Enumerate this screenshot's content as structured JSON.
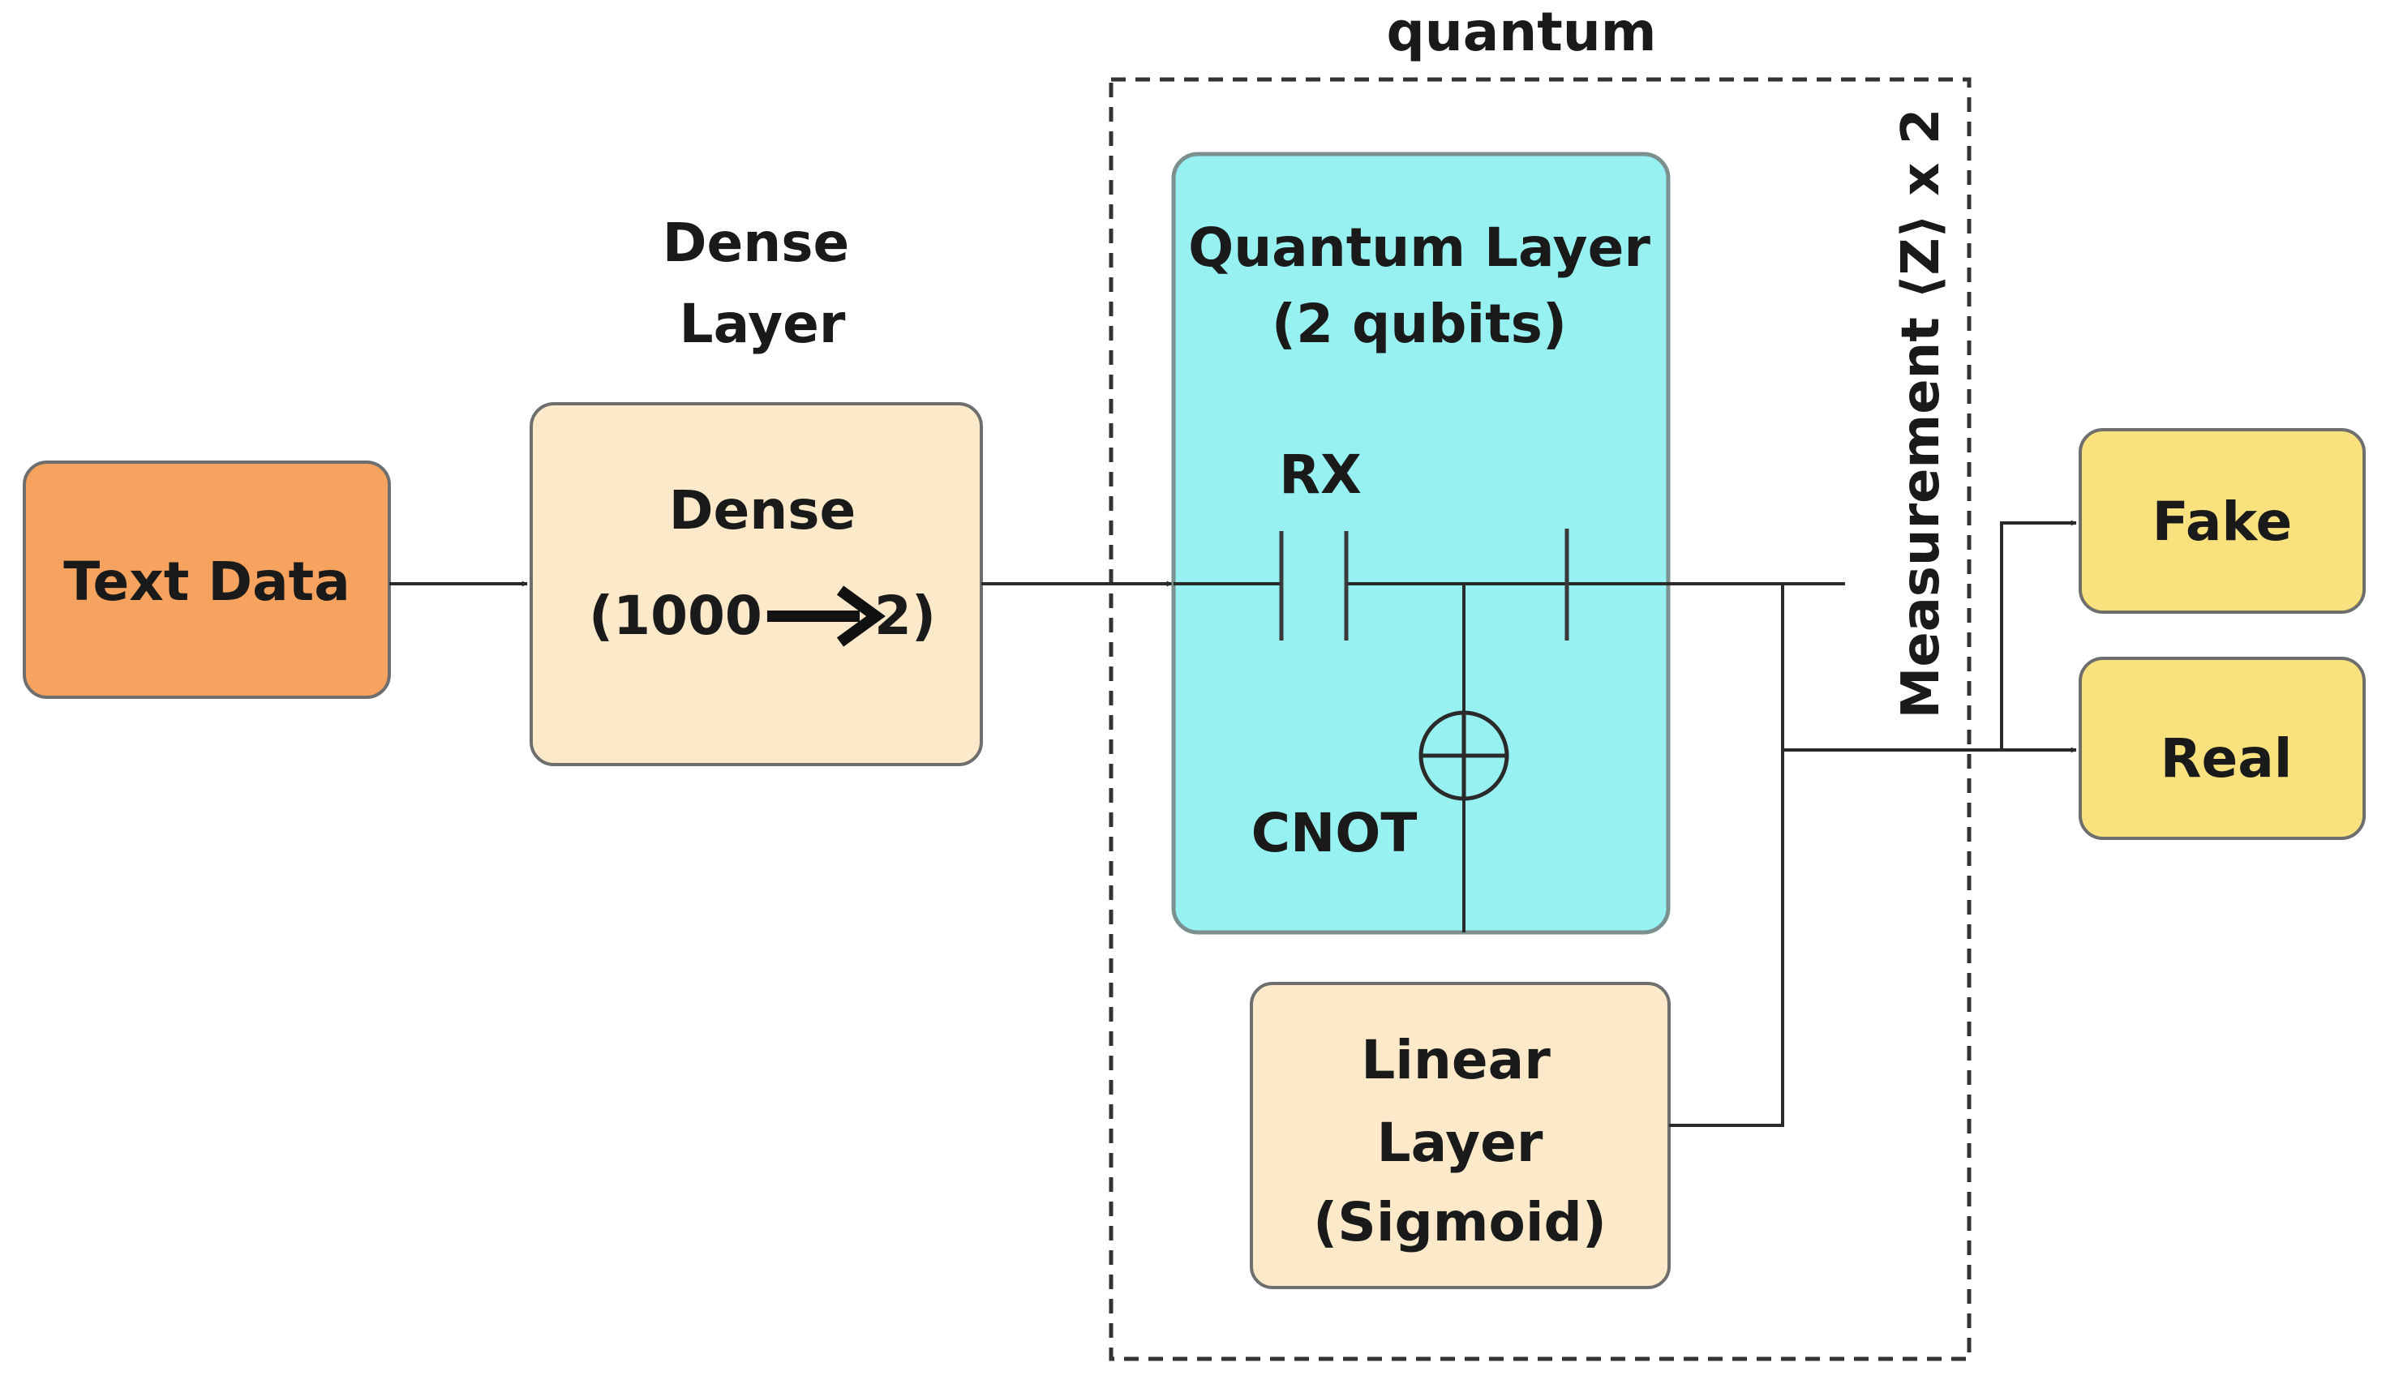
{
  "section_label": "quantum",
  "input_node": {
    "label": "Text Data"
  },
  "dense_layer": {
    "caption_line1": "Dense",
    "caption_line2": "Layer",
    "title": "Dense",
    "dims_in": "(1000",
    "dims_out": "2)"
  },
  "quantum_layer": {
    "title_line1": "Quantum Layer",
    "title_line2": "(2 qubits)",
    "gate_rx": "RX",
    "gate_cnot": "CNOT"
  },
  "measurement": {
    "label": "Measurement ⟨Z⟩ x 2"
  },
  "linear_layer": {
    "line1": "Linear",
    "line2": "Layer",
    "line3": "(Sigmoid)"
  },
  "outputs": [
    {
      "label": "Fake"
    },
    {
      "label": "Real"
    }
  ],
  "colors": {
    "input_fill": "#f5a35e",
    "dense_fill": "#fbe9c9",
    "quantum_fill": "#98f1f1",
    "linear_fill": "#fbe9c9",
    "output_fill": "#f9e27e"
  }
}
